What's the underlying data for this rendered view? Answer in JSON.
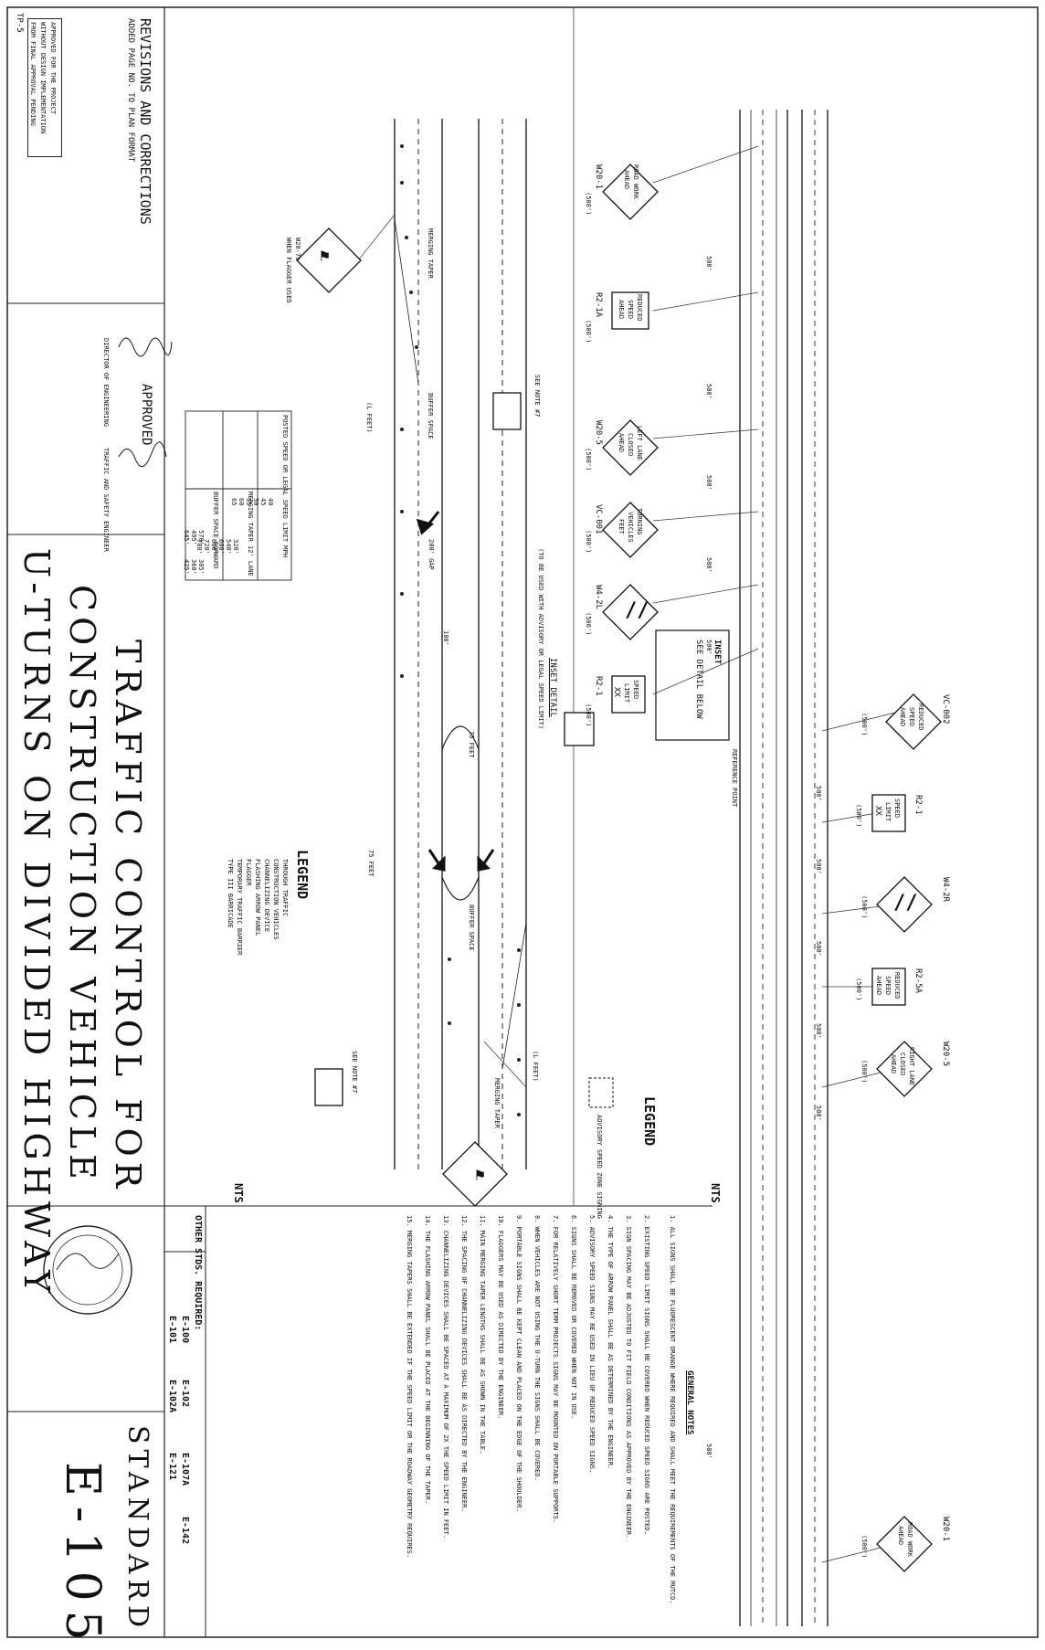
{
  "sheet_ref": "TP-5",
  "title_block": {
    "revisions_heading": "REVISIONS AND CORRECTIONS",
    "revisions_note": "ADDED PAGE NO. TO PLAN FORMAT",
    "approval_stamp": [
      "APPROVED FOR THE PROJECT",
      "WITHOUT DESIGN IMPLEMENTATION",
      "FROM FINAL APPROVAL PENDING"
    ],
    "approved_label": "APPROVED",
    "signer1_title": "DIRECTOR OF ENGINEERING",
    "signer2_title": "TRAFFIC AND SAFETY ENGINEER",
    "title_line1": "TRAFFIC CONTROL FOR",
    "title_line2": "CONSTRUCTION VEHICLE",
    "title_line3": "U-TURNS ON DIVIDED HIGHWAY",
    "standard_label": "STANDARD",
    "standard_number": "E-105",
    "other_stds_label": "OTHER STDS. REQUIRED:",
    "other_stds": [
      "E-100",
      "E-101",
      "E-102",
      "E-102A",
      "E-107A",
      "E-121",
      "E-142"
    ]
  },
  "signs_top": [
    {
      "code": "W20-1",
      "text": [
        "ROAD WORK",
        "AHEAD"
      ],
      "spacing": "(500')"
    },
    {
      "code": "R2-1A",
      "text": [
        "REDUCED",
        "SPEED",
        "AHEAD"
      ],
      "spacing": "(500')"
    },
    {
      "code": "W20-5",
      "text": [
        "LEFT LANE",
        "CLOSED",
        "AHEAD"
      ],
      "spacing": "(500')"
    },
    {
      "code": "VC-001",
      "text": [
        "TURNING",
        "VEHICLES",
        "FEET"
      ],
      "spacing": "(500')"
    },
    {
      "code": "W4-2L",
      "text": [],
      "spacing": "(500')"
    },
    {
      "code": "R2-1",
      "text": [
        "SPEED",
        "LIMIT",
        "XX"
      ],
      "spacing": "(500')"
    }
  ],
  "signs_right": [
    {
      "code": "VC-002",
      "text": [
        "REDUCED",
        "SPEED",
        "AHEAD"
      ],
      "spacing": "(500')"
    },
    {
      "code": "R2-1",
      "text": [
        "SPEED",
        "LIMIT",
        "XX"
      ],
      "spacing": "(500')"
    },
    {
      "code": "W4-2R",
      "text": [],
      "spacing": "(500')"
    },
    {
      "code": "R2-5A",
      "text": [
        "REDUCED",
        "SPEED",
        "AHEAD"
      ],
      "spacing": "(500')"
    },
    {
      "code": "W20-5",
      "text": [
        "RIGHT LANE",
        "CLOSED",
        "AHEAD"
      ],
      "spacing": "(500')"
    },
    {
      "code": "W20-1",
      "text": [
        "ROAD WORK",
        "AHEAD"
      ],
      "spacing": "(500')"
    }
  ],
  "distances_top": [
    "500'",
    "500'",
    "500'",
    "500'",
    "500'",
    "500'"
  ],
  "distances_right": [
    "500'",
    "500'",
    "500'",
    "500'",
    "500'"
  ],
  "inset": {
    "label": "INSET",
    "see_detail": "SEE DETAIL BELOW",
    "reference_point": "REFERENCE POINT",
    "detail_title": "INSET DETAIL",
    "detail_sub": "(TO BE USED WITH ADVISORY OR LEGAL SPEED LIMIT)"
  },
  "legend_top": {
    "title": "LEGEND",
    "item": "ADVISORY SPEED ZONE SIGNING"
  },
  "nts": "NTS",
  "detail_labels": {
    "merging_taper": "MERGING TAPER",
    "buffer_space": "BUFFER SPACE",
    "flagger_sign": "W20-7a",
    "flagger_note": "WHEN FLAGGER USED",
    "see_note": "SEE NOTE #7",
    "feet": "(L FEET)",
    "gap": "200' GAP",
    "dist_75": "75 FEET",
    "dist_100": "100'"
  },
  "taper_table": {
    "headers": [
      "POSTED SPEED OR LEGAL SPEED LIMIT MPH",
      "MERGING TAPER 12' LANE",
      "BUFFER SPACE FORWARD"
    ],
    "rows": [
      [
        "40",
        "320'",
        "305'"
      ],
      [
        "45",
        "540'",
        "360'"
      ],
      [
        "50",
        "600'",
        "425'"
      ],
      [
        "55",
        "660'",
        "495'"
      ],
      [
        "60",
        "720'",
        "570'"
      ],
      [
        "65",
        "780'",
        "645'"
      ]
    ]
  },
  "legend_detail": {
    "title": "LEGEND",
    "items": [
      "THROUGH TRAFFIC",
      "CONSTRUCTION VEHICLES",
      "CHANNELIZING DEVICE",
      "FLASHING ARROW PANEL",
      "FLAGGER",
      "TEMPORARY TRAFFIC BARRIER",
      "TYPE III BARRICADE"
    ]
  },
  "general_notes": {
    "title": "GENERAL NOTES",
    "items": [
      "1. ALL SIGNS SHALL BE FLUORESCENT ORANGE WHERE REQUIRED AND SHALL MEET THE REQUIREMENTS OF THE MUTCD.",
      "2. EXISTING SPEED LIMIT SIGNS SHALL BE COVERED WHEN REDUCED SPEED SIGNS ARE POSTED.",
      "3. SIGN SPACING MAY BE ADJUSTED TO FIT FIELD CONDITIONS AS APPROVED BY THE ENGINEER.",
      "4. THE TYPE OF ARROW PANEL SHALL BE AS DETERMINED BY THE ENGINEER.",
      "5. ADVISORY SPEED SIGNS MAY BE USED IN LIEU OF REDUCED SPEED SIGNS.",
      "6. SIGNS SHALL BE REMOVED OR COVERED WHEN NOT IN USE.",
      "7. FOR RELATIVELY SHORT TERM PROJECTS SIGNS MAY BE MOUNTED ON PORTABLE SUPPORTS.",
      "8. WHEN VEHICLES ARE NOT USING THE U-TURN THE SIGNS SHALL BE COVERED.",
      "9. PORTABLE SIGNS SHALL BE KEPT CLEAN AND PLACED ON THE EDGE OF THE SHOULDER.",
      "10. FLAGGERS MAY BE USED AS DIRECTED BY THE ENGINEER.",
      "11. MAIN MERGING TAPER LENGTHS SHALL BE AS SHOWN IN THE TABLE.",
      "12. THE SPACING OF CHANNELIZING DEVICES SHALL BE AS DIRECTED BY THE ENGINEER.",
      "13. CHANNELIZING DEVICES SHALL BE SPACED AT A MAXIMUM OF 2X THE SPEED LIMIT IN FEET.",
      "14. THE FLASHING ARROW PANEL SHALL BE PLACED AT THE BEGINNING OF THE TAPER.",
      "15. MERGING TAPERS SHALL BE EXTENDED IF THE SPEED LIMIT OR THE ROADWAY GEOMETRY REQUIRES."
    ]
  }
}
